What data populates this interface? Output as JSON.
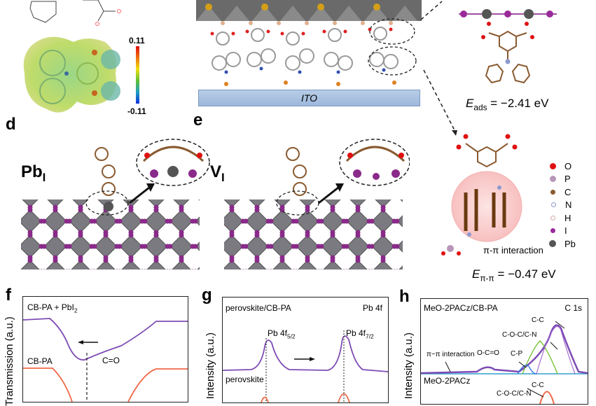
{
  "panels": {
    "d": "d",
    "e": "e",
    "f": "f",
    "g": "g",
    "h": "h"
  },
  "esp": {
    "max": "0.11",
    "min": "-0.11"
  },
  "substrate": {
    "label": "ITO"
  },
  "adsorption": {
    "symbol": "E",
    "sub": "ads",
    "value": "= −2.41 eV"
  },
  "pipi": {
    "label": "π-π interaction",
    "symbol": "E",
    "sub": "π-π",
    "value": "= −0.47 eV"
  },
  "defects": {
    "pb_i": {
      "main": "Pb",
      "sub": "I"
    },
    "v_i": {
      "main": "V",
      "sub": "I"
    }
  },
  "legend": [
    {
      "label": "O",
      "color": "#e01010"
    },
    {
      "label": "P",
      "color": "#b896b8"
    },
    {
      "label": "C",
      "color": "#8a5a30"
    },
    {
      "label": "N",
      "color": "#8c9ad0"
    },
    {
      "label": "H",
      "color": "#e8c8c8"
    },
    {
      "label": "I",
      "color": "#9a2a9a"
    },
    {
      "label": "Pb",
      "color": "#555555"
    }
  ],
  "chart_f": {
    "ylabel": "Transmission (a.u.)",
    "series": [
      "CB-PA + PbI",
      "CB-PA"
    ],
    "series1_sub": "2",
    "annotation": "C=O"
  },
  "chart_g": {
    "ylabel": "Intensity (a.u.)",
    "title_left": "perovskite/CB-PA",
    "title_right": "Pb 4f",
    "peak1": {
      "main": "Pb 4f",
      "sub": "5/2"
    },
    "peak2": {
      "main": "Pb 4f",
      "sub": "7/2"
    },
    "series2": "perovskite"
  },
  "chart_h": {
    "ylabel": "Intensity (a.u.)",
    "title_left": "MeO-2PACz/CB-PA",
    "title_right": "C 1s",
    "annotations": [
      "π−π interaction",
      "O-C=O",
      "C-P",
      "C-O-C/C-N",
      "C-C"
    ],
    "series2": "MeO-2PACz",
    "annotations2": [
      "C-C",
      "C-O-C/C-N"
    ]
  }
}
